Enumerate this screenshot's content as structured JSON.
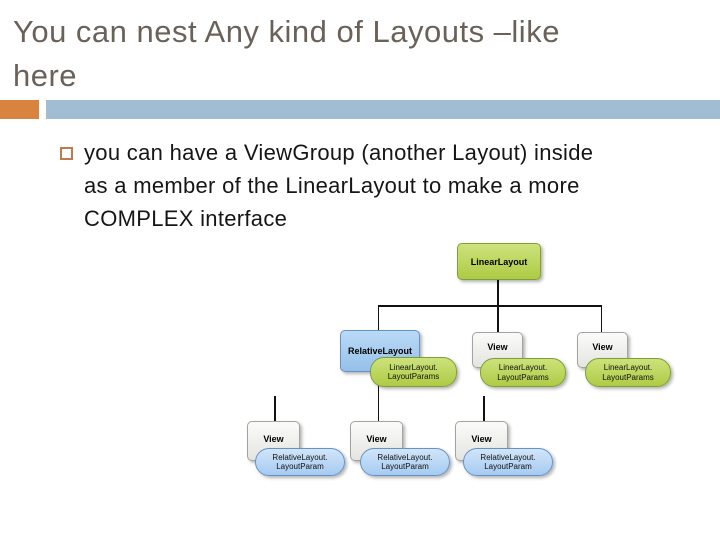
{
  "slide": {
    "title_lines": [
      "You can nest Any kind of Layouts –like",
      "here"
    ],
    "title_color": "#6a6159",
    "accent": {
      "orange": "#d8833f",
      "blue": "#a1bdd3"
    },
    "bullet": {
      "lines": [
        "you can have a ViewGroup (another Layout) inside",
        "as a member of the LinearLayout to make a more",
        "COMPLEX interface"
      ]
    }
  },
  "diagram": {
    "colors": {
      "node_green": "#aecb44",
      "node_blue": "#96c0ea",
      "node_gray": "#eeeeec",
      "connector": "#111111"
    },
    "root": {
      "label": "LinearLayout"
    },
    "children": [
      {
        "label": "RelativeLayout",
        "param": [
          "LinearLayout.",
          "LayoutParams"
        ]
      },
      {
        "label": "View",
        "param": [
          "LinearLayout.",
          "LayoutParams"
        ]
      },
      {
        "label": "View",
        "param": [
          "LinearLayout.",
          "LayoutParams"
        ]
      }
    ],
    "grandchildren": [
      {
        "label": "View",
        "param": [
          "RelativeLayout.",
          "LayoutParam"
        ]
      },
      {
        "label": "View",
        "param": [
          "RelativeLayout.",
          "LayoutParam"
        ]
      },
      {
        "label": "View",
        "param": [
          "RelativeLayout.",
          "LayoutParam"
        ]
      }
    ]
  }
}
